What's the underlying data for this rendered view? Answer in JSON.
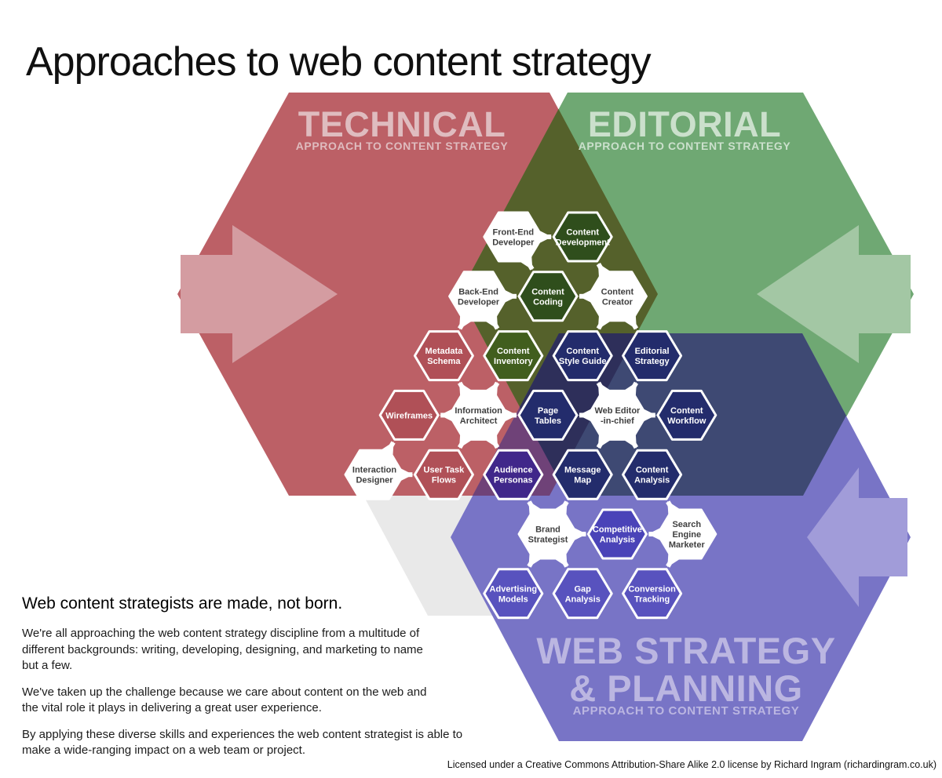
{
  "title": "Approaches to web content strategy",
  "sections": {
    "technical": {
      "title": "TECHNICAL",
      "subtitle": "APPROACH TO CONTENT STRATEGY"
    },
    "editorial": {
      "title": "EDITORIAL",
      "subtitle": "APPROACH TO CONTENT STRATEGY"
    },
    "webstrategy": {
      "title_line1": "WEB STRATEGY",
      "title_line2": "& PLANNING",
      "subtitle": "APPROACH TO CONTENT STRATEGY"
    }
  },
  "colors": {
    "technical": "#BC6066",
    "editorial": "#6FA873",
    "webstrategy": "#7874C6",
    "hidden_hexagon": "#E9E9E9",
    "overlap_technical_editorial": "#55612B",
    "overlap_technical_webstrategy": "#6F4278",
    "overlap_editorial_webstrategy": "#3E4973",
    "overlap_all": "#2E2F5A",
    "arrow_technical": "#D49CA1",
    "arrow_editorial": "#A3C7A4",
    "arrow_webstrategy": "#A19CD9",
    "header_technical": "#DFBCBF",
    "header_editorial": "#CBE0CC",
    "header_webstrategy": "#BBB6E1",
    "connector": "#FFFFFF",
    "node_border": "#FFFFFF",
    "node_role": "#FFFFFF",
    "node_role_text": "#3F3F3F",
    "node_text": "#FFFFFF",
    "node_technical": "#B05057",
    "node_editorial_dark": "#2F4E1C",
    "node_editorial_mid": "#415E1E",
    "node_navy": "#232C6C",
    "node_violet": "#40278A",
    "node_indigo": "#4A43B8",
    "node_webstrategy": "#5852BE"
  },
  "nodes": [
    {
      "id": "fed",
      "label": "Front-End\nDeveloper",
      "type": "role",
      "col": 4,
      "row": 0
    },
    {
      "id": "cdev",
      "label": "Content\nDevelopment",
      "type": "editorial_dark",
      "col": 6,
      "row": 0
    },
    {
      "id": "bed",
      "label": "Back-End\nDeveloper",
      "type": "role",
      "col": 3,
      "row": 1
    },
    {
      "id": "ccod",
      "label": "Content\nCoding",
      "type": "editorial_dark",
      "col": 5,
      "row": 1
    },
    {
      "id": "ccre",
      "label": "Content\nCreator",
      "type": "role",
      "col": 7,
      "row": 1
    },
    {
      "id": "msch",
      "label": "Metadata\nSchema",
      "type": "technical",
      "col": 2,
      "row": 2
    },
    {
      "id": "cinv",
      "label": "Content\nInventory",
      "type": "editorial_mid",
      "col": 4,
      "row": 2
    },
    {
      "id": "csg",
      "label": "Content\nStyle Guide",
      "type": "navy",
      "col": 6,
      "row": 2
    },
    {
      "id": "estr",
      "label": "Editorial\nStrategy",
      "type": "navy",
      "col": 8,
      "row": 2
    },
    {
      "id": "wf",
      "label": "Wireframes",
      "type": "technical",
      "col": 1,
      "row": 3
    },
    {
      "id": "ia",
      "label": "Information\nArchitect",
      "type": "role",
      "col": 3,
      "row": 3
    },
    {
      "id": "pt",
      "label": "Page\nTables",
      "type": "navy",
      "col": 5,
      "row": 3
    },
    {
      "id": "we",
      "label": "Web Editor\n-in-chief",
      "type": "role",
      "col": 7,
      "row": 3
    },
    {
      "id": "cw",
      "label": "Content\nWorkflow",
      "type": "navy",
      "col": 9,
      "row": 3
    },
    {
      "id": "idz",
      "label": "Interaction\nDesigner",
      "type": "role",
      "col": 0,
      "row": 4
    },
    {
      "id": "utf",
      "label": "User Task\nFlows",
      "type": "technical",
      "col": 2,
      "row": 4
    },
    {
      "id": "ap",
      "label": "Audience\nPersonas",
      "type": "violet",
      "col": 4,
      "row": 4
    },
    {
      "id": "mm",
      "label": "Message\nMap",
      "type": "navy",
      "col": 6,
      "row": 4
    },
    {
      "id": "ca",
      "label": "Content\nAnalysis",
      "type": "navy",
      "col": 8,
      "row": 4
    },
    {
      "id": "bs",
      "label": "Brand\nStrategist",
      "type": "role",
      "col": 5,
      "row": 5
    },
    {
      "id": "comp",
      "label": "Competitive\nAnalysis",
      "type": "indigo",
      "col": 7,
      "row": 5
    },
    {
      "id": "sem",
      "label": "Search\nEngine\nMarketer",
      "type": "role",
      "col": 9,
      "row": 5
    },
    {
      "id": "am",
      "label": "Advertising\nModels",
      "type": "webstrategy",
      "col": 4,
      "row": 6
    },
    {
      "id": "ga",
      "label": "Gap\nAnalysis",
      "type": "webstrategy",
      "col": 6,
      "row": 6
    },
    {
      "id": "ct",
      "label": "Conversion\nTracking",
      "type": "webstrategy",
      "col": 8,
      "row": 6
    }
  ],
  "edges": [
    [
      "fed",
      "cdev"
    ],
    [
      "fed",
      "ccod"
    ],
    [
      "bed",
      "ccod"
    ],
    [
      "bed",
      "msch"
    ],
    [
      "bed",
      "cinv"
    ],
    [
      "ccre",
      "ccod"
    ],
    [
      "ccre",
      "cdev"
    ],
    [
      "ccre",
      "csg"
    ],
    [
      "ccre",
      "estr"
    ],
    [
      "ia",
      "wf"
    ],
    [
      "ia",
      "msch"
    ],
    [
      "ia",
      "cinv"
    ],
    [
      "ia",
      "pt"
    ],
    [
      "ia",
      "utf"
    ],
    [
      "ia",
      "ap"
    ],
    [
      "we",
      "pt"
    ],
    [
      "we",
      "csg"
    ],
    [
      "we",
      "estr"
    ],
    [
      "we",
      "cw"
    ],
    [
      "we",
      "mm"
    ],
    [
      "we",
      "ca"
    ],
    [
      "idz",
      "wf"
    ],
    [
      "idz",
      "utf"
    ],
    [
      "bs",
      "ap"
    ],
    [
      "bs",
      "mm"
    ],
    [
      "bs",
      "comp"
    ],
    [
      "bs",
      "am"
    ],
    [
      "bs",
      "ga"
    ],
    [
      "sem",
      "ca"
    ],
    [
      "sem",
      "comp"
    ],
    [
      "sem",
      "ct"
    ]
  ],
  "footer": {
    "heading": "Web content strategists are made, not born.",
    "paragraphs": [
      "We're all approaching the web content strategy discipline from a multitude of\ndifferent backgrounds: writing, developing, designing, and marketing to name\nbut a few.",
      "We've taken up the challenge because we care about content on the web and\nthe vital role it plays in delivering a great user experience.",
      "By applying these diverse skills and experiences the web content strategist is able to\nmake a wide-ranging impact on a web team or project."
    ],
    "license": "Licensed under a Creative Commons Attribution-Share Alike 2.0 license by Richard Ingram (richardingram.co.uk)"
  }
}
